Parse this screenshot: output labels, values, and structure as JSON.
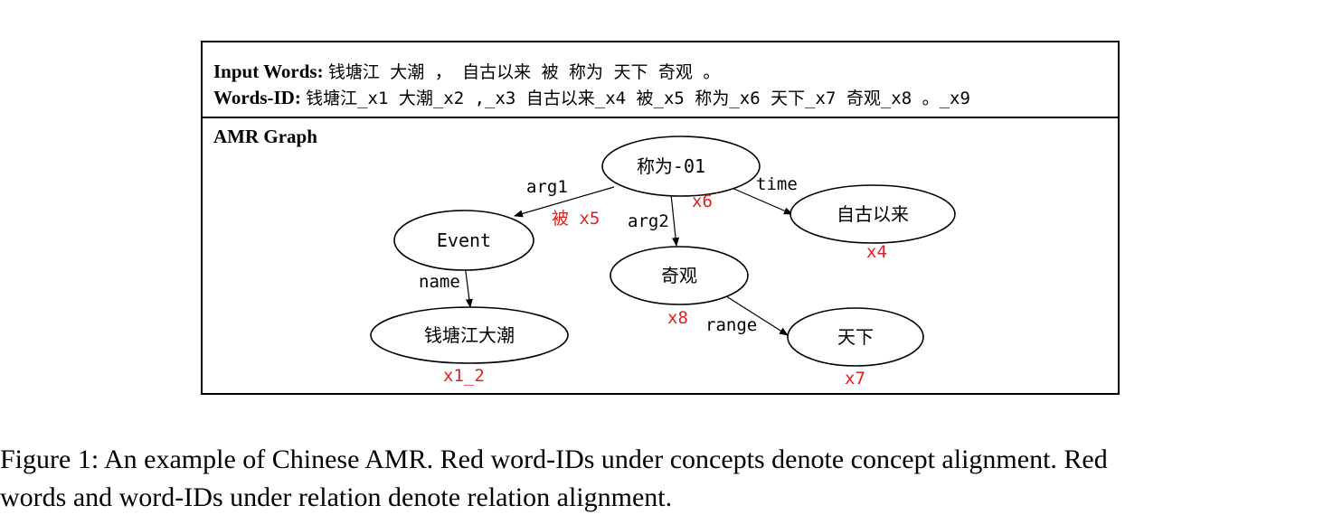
{
  "input_words": {
    "label": "Input Words:",
    "text": "钱塘江 大潮 ， 自古以来 被 称为 天下 奇观 。"
  },
  "words_id": {
    "label": "Words-ID:",
    "text": "钱塘江_x1 大潮_x2 ,_x3 自古以来_x4 被_x5 称为_x6 天下_x7 奇观_x8 。_x9"
  },
  "graph": {
    "title": "AMR Graph",
    "nodes": {
      "chengwei": {
        "label": "称为-01",
        "align": "x6"
      },
      "event": {
        "label": "Event",
        "align": ""
      },
      "zigu": {
        "label": "自古以来",
        "align": "x4"
      },
      "qiguan": {
        "label": "奇观",
        "align": "x8"
      },
      "qiantang": {
        "label": "钱塘江大潮",
        "align": "x1_2"
      },
      "tianxia": {
        "label": "天下",
        "align": "x7"
      }
    },
    "edges": {
      "arg1": {
        "label": "arg1",
        "align": "被 x5"
      },
      "time": {
        "label": "time"
      },
      "arg2": {
        "label": "arg2"
      },
      "name": {
        "label": "name"
      },
      "range": {
        "label": "range"
      }
    },
    "colors": {
      "line": "#000000",
      "alignment": "#e02020"
    }
  },
  "caption": {
    "line1": "Figure 1: An example of Chinese AMR. Red word-IDs under concepts denote concept alignment. Red",
    "line2": "words and word-IDs under relation denote relation alignment."
  }
}
